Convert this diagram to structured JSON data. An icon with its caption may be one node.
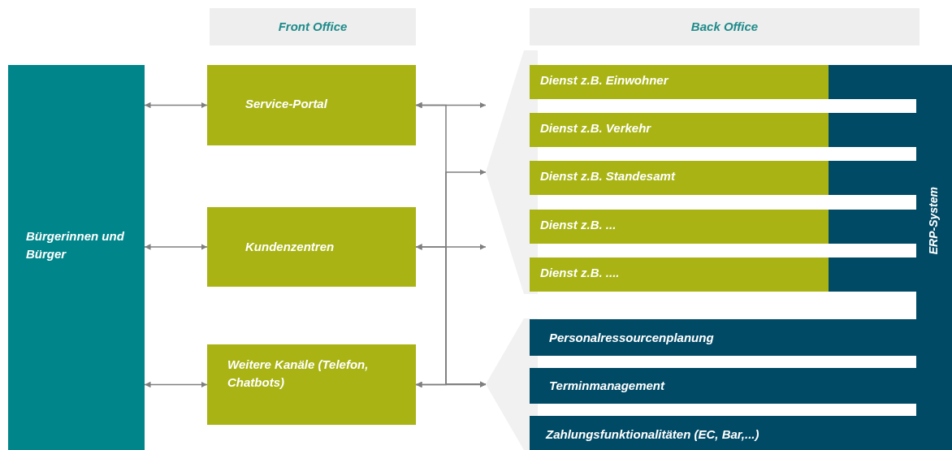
{
  "diagram": {
    "nodes": [
      {
        "text": [
          "Bürgerinnen und Bürger"
        ]
      },
      {
        "text": [
          "Front Office"
        ]
      },
      {
        "text": [
          "Back Office"
        ]
      },
      {
        "text": [
          "Service-Portal"
        ]
      },
      {
        "text": [
          "Kundenzentren"
        ]
      },
      {
        "text": [
          "Weitere Kanäle (Telefon, Chatbots)"
        ]
      },
      {
        "text": [],
        "shape": "chevron"
      },
      {
        "text": [],
        "shape": "chevron"
      },
      {
        "text": [
          "ERP-System"
        ]
      },
      {
        "text": [
          "Dienst z.B.  Einwohner"
        ]
      },
      {
        "text": [
          "Dienst z.B. Verkehr"
        ]
      },
      {
        "text": [
          "Dienst z.B. Standesamt"
        ]
      },
      {
        "text": [
          "Dienst z.B. ..."
        ]
      },
      {
        "text": [
          "Dienst z.B. ...."
        ]
      },
      {
        "text": [
          "Personalressourcenplanung"
        ]
      },
      {
        "text": [
          "Terminmanagement"
        ]
      },
      {
        "text": [
          "Zahlungsfunktionalitäten (EC, Bar,...)"
        ]
      }
    ],
    "edges": [
      {
        "from": 0,
        "to": 3,
        "arrow": "both"
      },
      {
        "from": 0,
        "to": 4,
        "arrow": "both"
      },
      {
        "from": 0,
        "to": 5,
        "arrow": "both"
      },
      {
        "from": 3,
        "to": 6,
        "arrow": "both"
      },
      {
        "from": 3,
        "to": 7,
        "arrow": "both"
      },
      {
        "from": 4,
        "to": 6,
        "arrow": "both"
      },
      {
        "from": 4,
        "to": 7,
        "arrow": "both"
      },
      {
        "from": 5,
        "to": 6,
        "arrow": "both"
      },
      {
        "from": 5,
        "to": 7,
        "arrow": "both"
      }
    ]
  }
}
